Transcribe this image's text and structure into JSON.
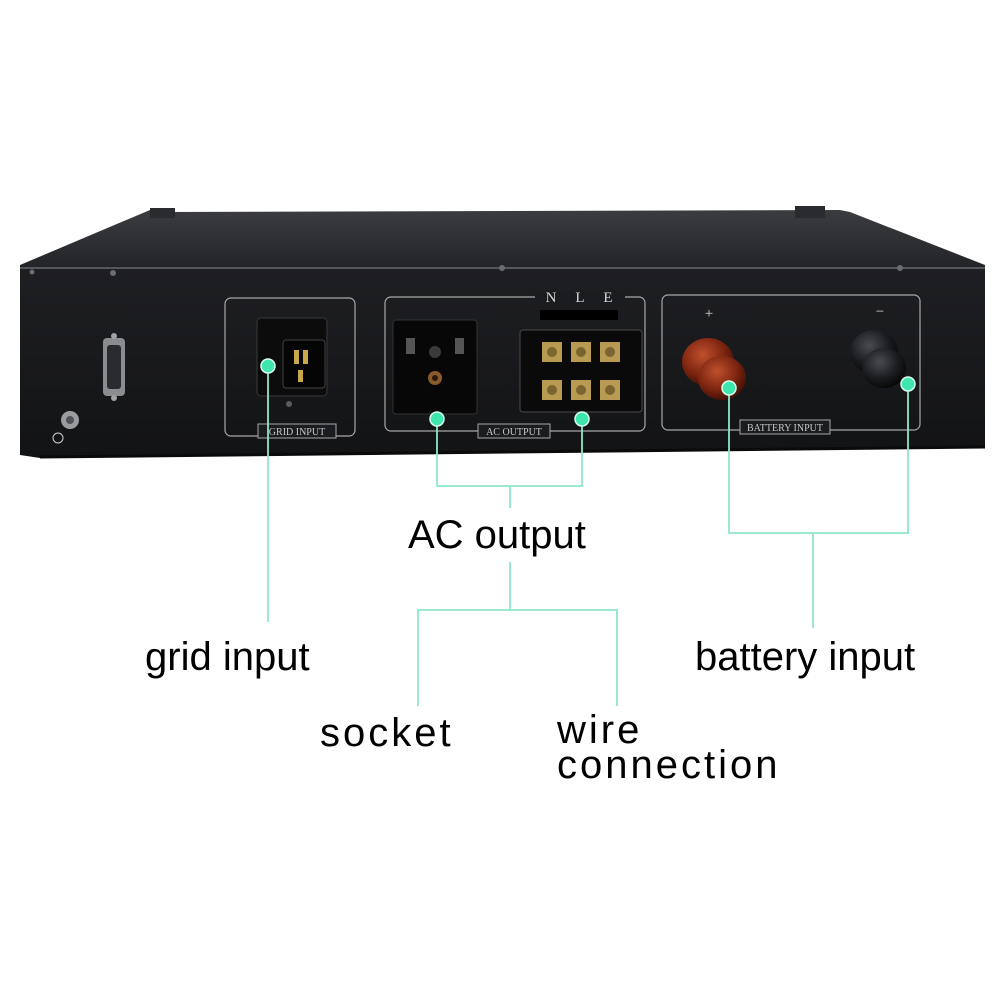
{
  "labels": {
    "ac_output": "AC output",
    "grid_input": "grid input",
    "battery_input": "battery input",
    "socket": "socket",
    "wire_line1": "wire",
    "wire_line2": "connection"
  },
  "panel": {
    "grid_input": "GRID INPUT",
    "ac_output": "AC OUTPUT",
    "battery_input": "BATTERY INPUT",
    "terminal_n": "N",
    "terminal_l": "L",
    "terminal_e": "E",
    "plus": "+",
    "minus": "−"
  },
  "colors": {
    "callout": "#8ee8c8",
    "marker": "#3ee6ae",
    "chassis": "#1a1b1e",
    "battery_pos": "#8a2b14"
  }
}
